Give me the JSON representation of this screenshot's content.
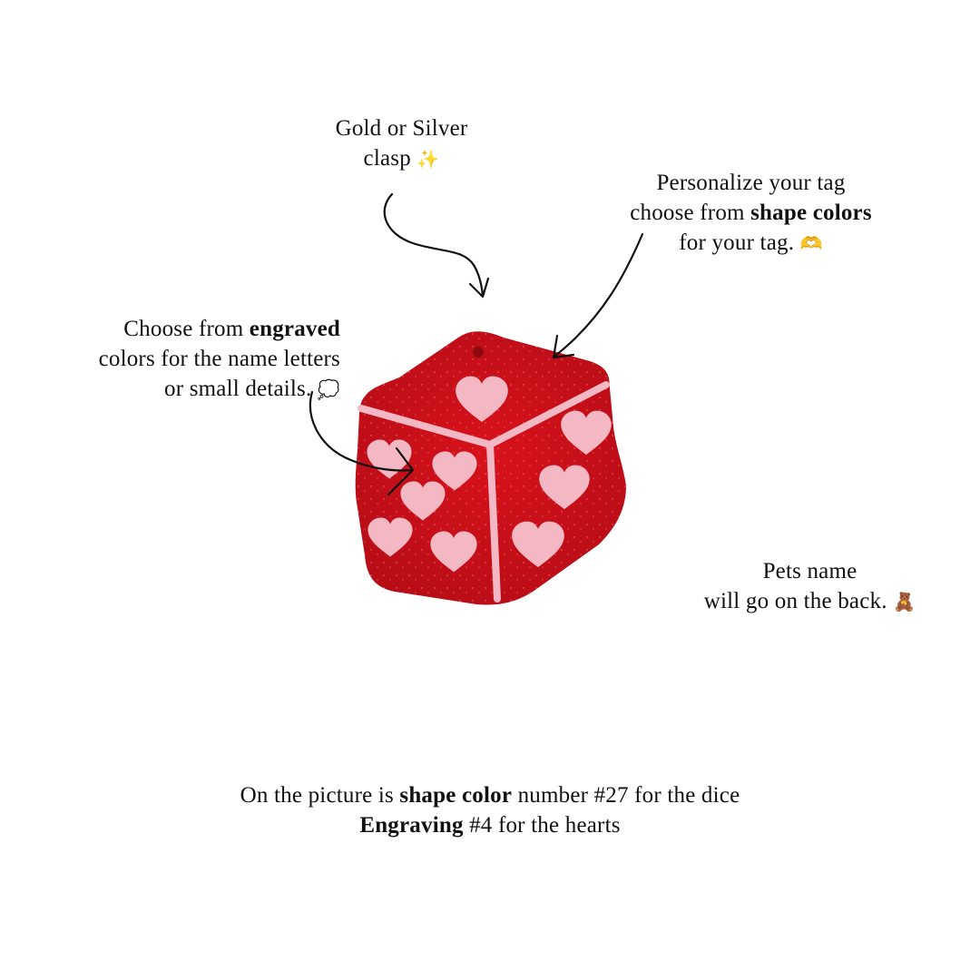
{
  "notes": {
    "clasp": {
      "line1": "Gold or Silver",
      "line2": "clasp",
      "line2_emoji": "✨"
    },
    "shape": {
      "line1": "Personalize your tag",
      "line2_prefix": "choose from ",
      "line2_bold": "shape colors",
      "line3": "for your tag.",
      "line3_emoji": "🫶"
    },
    "engraved": {
      "line1_prefix": "Choose from ",
      "line1_bold": "engraved",
      "line2": "colors for the name letters",
      "line3": "or small details.",
      "line3_emoji": "💭"
    },
    "pets": {
      "line1": "Pets name",
      "line2": "will go on the back.",
      "line2_emoji": "🧸"
    },
    "bottom": {
      "line1_prefix": "On the picture is ",
      "line1_bold": "shape color",
      "line1_suffix": " number #27 for the dice",
      "line2_bold": "Engraving",
      "line2_suffix": " #4 for the hearts"
    }
  },
  "colors": {
    "dice": "#d8121c",
    "dice_dark": "#b80d16",
    "engraving": "#f3b8c4",
    "arrow": "#111111"
  }
}
